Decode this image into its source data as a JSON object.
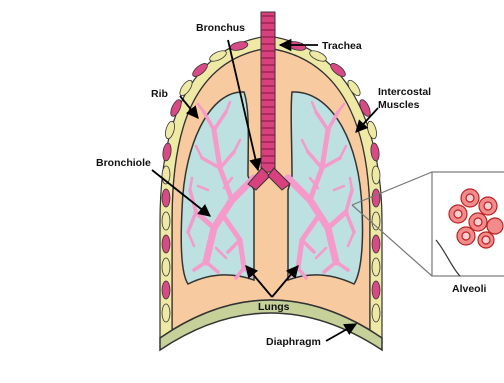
{
  "labels": {
    "bronchus": "Bronchus",
    "trachea": "Trachea",
    "rib": "Rib",
    "intercostal_line1": "Intercostal",
    "intercostal_line2": "Muscles",
    "bronchiole": "Bronchiole",
    "lungs": "Lungs",
    "diaphragm": "Diaphragm",
    "alveoli": "Alveoli"
  },
  "colors": {
    "chest_wall": "#f7ca9f",
    "rib_fill": "#efe9a6",
    "muscle": "#d84a86",
    "lung_fill": "#bde0e1",
    "airway": "#f59acb",
    "trachea": "#d8417e",
    "diaphragm": "#c6d19a",
    "alveolus": "#f28c8c"
  }
}
